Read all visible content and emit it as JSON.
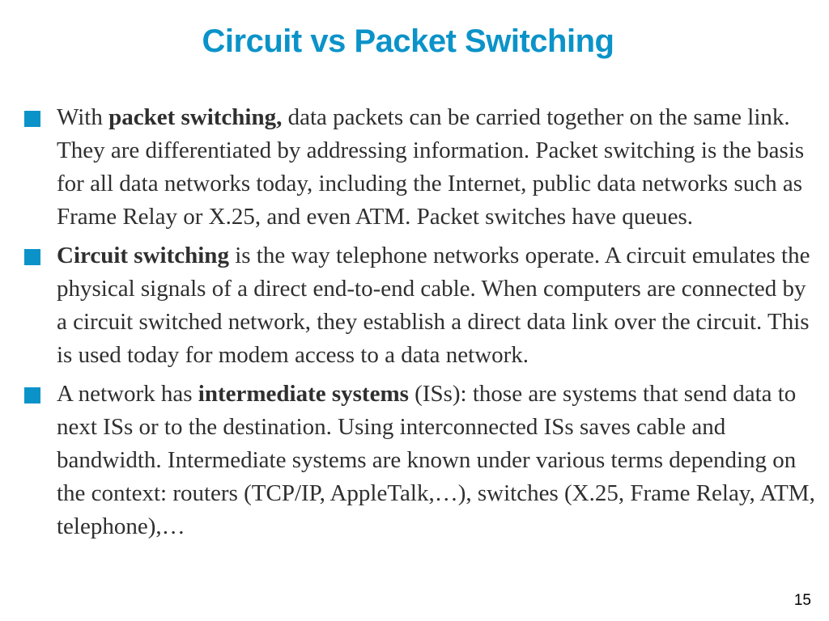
{
  "slide": {
    "title": "Circuit vs Packet Switching",
    "page_number": "15",
    "marker_color": "#0b93c9",
    "title_color": "#0b93c9"
  },
  "bullets": [
    {
      "before": "With ",
      "bold": "packet switching,",
      "after": " data packets can be carried together on the same link. They are differentiated by addressing information. Packet switching is the basis for all data networks today, including the Internet, public data networks such as Frame Relay or X.25, and even ATM. Packet switches have queues."
    },
    {
      "before": "",
      "bold": "Circuit switching",
      "after": " is the way telephone networks operate. A circuit emulates the physical signals of a direct end-to-end cable. When computers are connected by a circuit switched network, they establish a direct data link over the circuit. This is used today for modem access to a data network."
    },
    {
      "before": "A network has ",
      "bold": "intermediate systems",
      "after": " (ISs): those are systems that send data to next ISs or to the destination. Using interconnected ISs saves cable and bandwidth. Intermediate systems are known under various terms depending on the context: routers (TCP/IP, AppleTalk,…), switches (X.25, Frame Relay, ATM, telephone),…"
    }
  ]
}
